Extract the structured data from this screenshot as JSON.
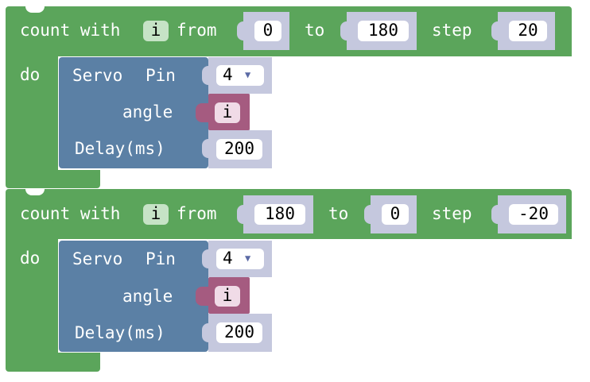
{
  "loops": [
    {
      "count_label": "count with",
      "var": "i",
      "from_label": "from",
      "from_value": "0",
      "to_label": "to",
      "to_value": "180",
      "step_label": "step",
      "step_value": "20",
      "do_label": "do",
      "servo": {
        "servo_label": "Servo",
        "pin_label": "Pin",
        "pin_value": "4",
        "angle_label": "angle",
        "angle_var": "i",
        "delay_label": "Delay(ms)",
        "delay_value": "200"
      }
    },
    {
      "count_label": "count with",
      "var": "i",
      "from_label": "from",
      "from_value": "180",
      "to_label": "to",
      "to_value": "0",
      "step_label": "step",
      "step_value": "-20",
      "do_label": "do",
      "servo": {
        "servo_label": "Servo",
        "pin_label": "Pin",
        "pin_value": "4",
        "angle_label": "angle",
        "angle_var": "i",
        "delay_label": "Delay(ms)",
        "delay_value": "200"
      }
    }
  ],
  "colors": {
    "loop": "#5ba55b",
    "servo": "#5b80a5",
    "socket": "#c5c8de",
    "variable": "#a55b80"
  },
  "icons": {
    "dropdown": "triangle-down"
  }
}
